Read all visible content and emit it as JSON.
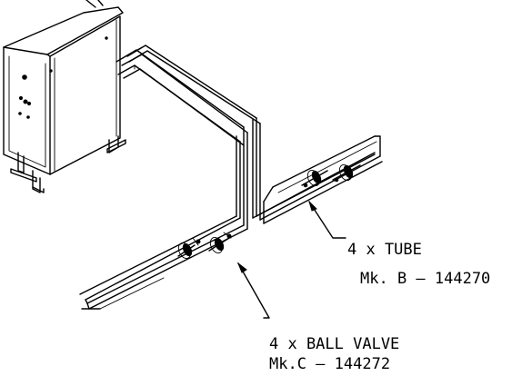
{
  "callouts": {
    "tube": {
      "line1": "4 x TUBE",
      "line2": "Mk. B – 144270"
    },
    "ball_valve": {
      "line1": "4 x BALL VALVE",
      "line2": "Mk.C – 144272"
    }
  },
  "colors": {
    "ink": "#000000",
    "paper": "#ffffff"
  }
}
